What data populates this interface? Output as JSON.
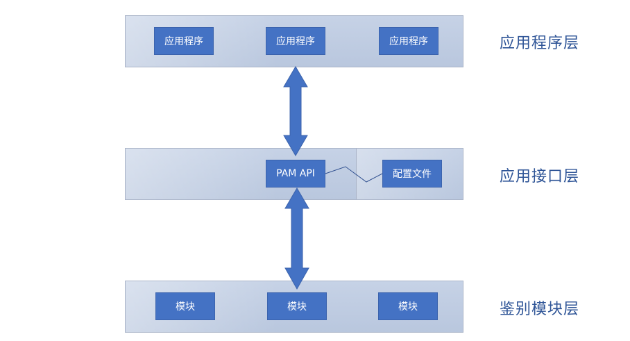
{
  "layers": [
    {
      "name": "应用程序层",
      "boxes": [
        "应用程序",
        "应用程序",
        "应用程序"
      ]
    },
    {
      "name": "应用接口层",
      "boxes": [
        "PAM API",
        "配置文件"
      ]
    },
    {
      "name": "鉴别模块层",
      "boxes": [
        "模块",
        "模块",
        "模块"
      ]
    }
  ],
  "connections": [
    {
      "from": "应用程序",
      "to": "PAM API",
      "type": "bidirectional-arrow"
    },
    {
      "from": "PAM API",
      "to": "模块",
      "type": "bidirectional-arrow"
    },
    {
      "from": "PAM API",
      "to": "配置文件",
      "type": "line"
    }
  ],
  "colors": {
    "box": "#4472c4",
    "layer_band": "#c6d2e6",
    "label": "#2f5597"
  }
}
